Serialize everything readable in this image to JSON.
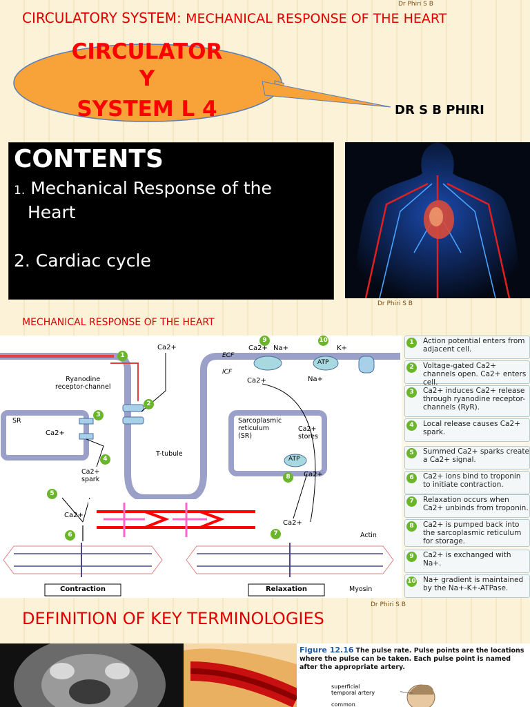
{
  "watermark": "Dr Phiri S B",
  "slide1": {
    "heading_part1": "CIRCULATORY SYSTEM:",
    "heading_part2": "MECHANICAL RESPONSE OF THE HEART",
    "balloon_line1": "CIRCULATOR",
    "balloon_line2": "Y",
    "balloon_line3": "SYSTEM   L 4",
    "author": "DR S B PHIRI",
    "contents_title": "CONTENTS",
    "item1_number": "1.",
    "item1_line1": "Mechanical Response of the",
    "item1_line2": "Heart",
    "item2": "2. Cardiac cycle"
  },
  "slide2": {
    "title": "MECHANICAL RESPONSE OF THE HEART",
    "diagram_labels": {
      "ca_top": "Ca2+",
      "ecf": "ECF",
      "icf": "ICF",
      "ca_pump": "Ca2+",
      "na_pump": "Na+",
      "na_inner": "Na+",
      "k": "K+",
      "atp_membrane": "ATP",
      "ca_membrane": "Ca2+",
      "ryanodine": "Ryanodine\nreceptor-channel",
      "sr": "SR",
      "ca_sr": "Ca2+",
      "sarcoplasmic": "Sarcoplasmic\nreticulum\n(SR)",
      "ca_stores": "Ca2+\nstores",
      "atp_sr": "ATP",
      "ca_spark": "Ca2+\nspark",
      "t_tubule": "T-tubule",
      "ca_signal": "Ca2+",
      "ca_released": "Ca2+",
      "ca_step8": "Ca2+",
      "actin": "Actin",
      "myosin": "Myosin",
      "contraction": "Contraction",
      "relaxation": "Relaxation"
    },
    "steps": [
      {
        "n": "1",
        "text": "Action potential enters from adjacent cell."
      },
      {
        "n": "2",
        "text": "Voltage-gated Ca2+ channels open. Ca2+ enters cell."
      },
      {
        "n": "3",
        "text": "Ca2+ induces Ca2+ release through ryanodine receptor-channels (RyR)."
      },
      {
        "n": "4",
        "text": "Local release causes Ca2+ spark."
      },
      {
        "n": "5",
        "text": "Summed Ca2+ sparks create a Ca2+ signal."
      },
      {
        "n": "6",
        "text": "Ca2+ ions bind to troponin to initiate contraction."
      },
      {
        "n": "7",
        "text": "Relaxation occurs when Ca2+ unbinds from troponin."
      },
      {
        "n": "8",
        "text": "Ca2+ is pumped back into the sarcoplasmic reticulum for storage."
      },
      {
        "n": "9",
        "text": "Ca2+ is exchanged with Na+."
      },
      {
        "n": "10",
        "text": "Na+ gradient is maintained by the Na+-K+-ATPase."
      }
    ]
  },
  "slide3": {
    "title": "DEFINITION OF KEY TERMINOLOGIES",
    "figure_label": "Figure 12.16",
    "figure_caption": "The pulse rate. Pulse points are the locations where the pulse can be taken. Each pulse point is named after the appropriate artery.",
    "label1": "superficial\ntemporal artery",
    "label2": "common"
  },
  "colors": {
    "title_red": "#e00000",
    "balloon_orange": "#f7a33a",
    "step_green": "#6bb52b",
    "membrane_purple": "#9aa0c8",
    "sarcomere_red": "#ff0000",
    "sarcomere_pink": "#ff66cc"
  },
  "icons": {
    "body_image": "human-circulatory-system-image",
    "mri_image": "mri-scan-image",
    "artery_image": "artery-cross-section-image",
    "head_image": "head-profile-illustration"
  }
}
